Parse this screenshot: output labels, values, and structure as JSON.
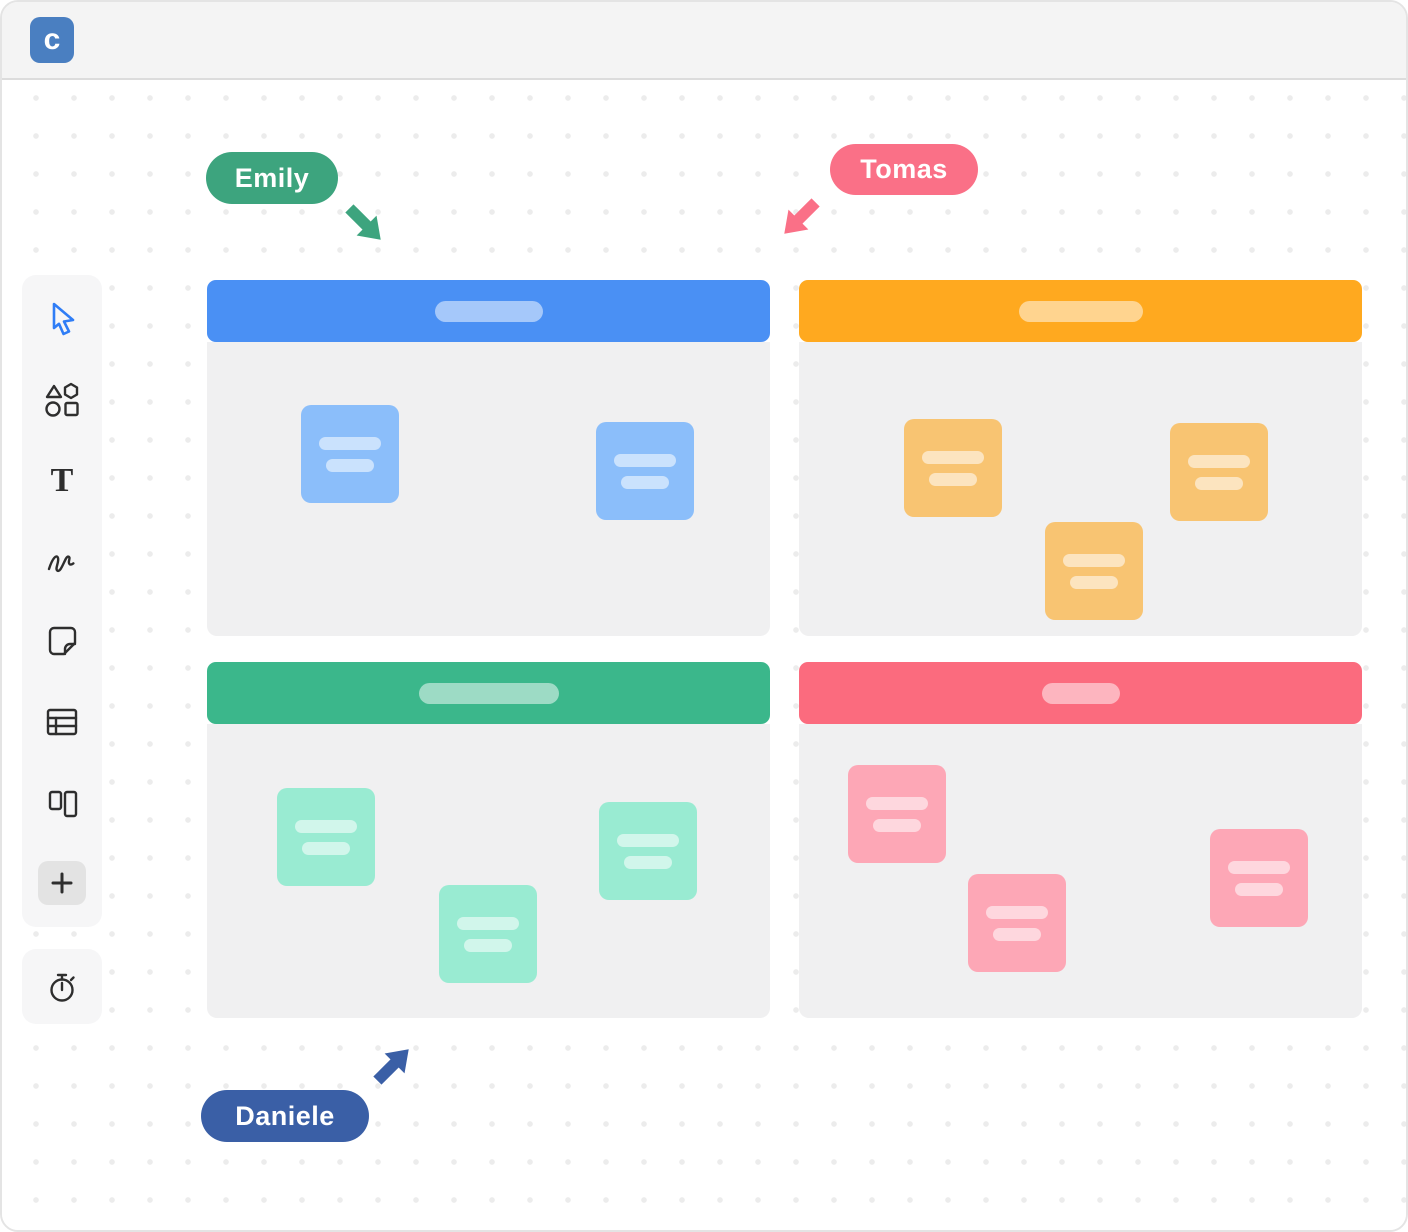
{
  "app": {
    "logo_letter": "c"
  },
  "colors": {
    "logo_bg": "#4a7fc1",
    "active_tool": "#2f7df6",
    "icon": "#2e2e2e",
    "section_body_bg": "#f0f0f1",
    "canvas_dot": "#ececec"
  },
  "toolbar": {
    "tools": [
      {
        "id": "select",
        "active": true
      },
      {
        "id": "shapes",
        "active": false
      },
      {
        "id": "text",
        "active": false
      },
      {
        "id": "draw",
        "active": false
      },
      {
        "id": "sticky-note",
        "active": false
      },
      {
        "id": "table",
        "active": false
      },
      {
        "id": "kanban",
        "active": false
      },
      {
        "id": "add",
        "active": false
      }
    ],
    "secondary_tools": [
      {
        "id": "timer"
      }
    ],
    "text_tool_glyph": "T"
  },
  "board": {
    "sections": [
      {
        "id": "blue",
        "header_color": "#4a90f4",
        "note_color": "#8bbefa",
        "sticky_notes": 2
      },
      {
        "id": "orange",
        "header_color": "#ffa91f",
        "note_color": "#f8c472",
        "sticky_notes": 3
      },
      {
        "id": "green",
        "header_color": "#3bb78b",
        "note_color": "#99ebd2",
        "sticky_notes": 3
      },
      {
        "id": "pink",
        "header_color": "#fb6b7e",
        "note_color": "#fda7b6",
        "sticky_notes": 3
      }
    ]
  },
  "collaborators": [
    {
      "name": "Emily",
      "color": "#3da47e",
      "cursor_direction": "down-right"
    },
    {
      "name": "Tomas",
      "color": "#fa7087",
      "cursor_direction": "down-left"
    },
    {
      "name": "Daniele",
      "color": "#3a5fa6",
      "cursor_direction": "up-right"
    }
  ]
}
